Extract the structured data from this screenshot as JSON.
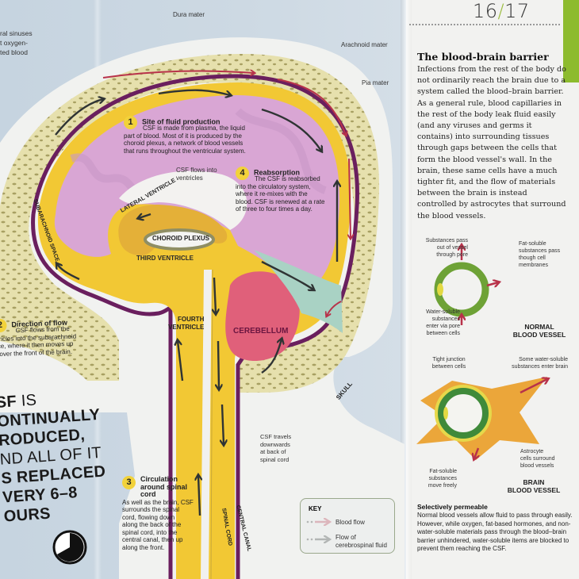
{
  "left_page": {
    "labels": {
      "dura_mater": "Dura mater",
      "arachnoid_mater": "Arachnoid mater",
      "pia_mater": "Pia mater",
      "sinuses": [
        "ral sinuses",
        "t oxygen-",
        "ted blood"
      ],
      "csf_flows_into_ventricles": [
        "CSF flows into",
        "ventricles"
      ],
      "lateral_ventricle": "LATERAL VENTRICLE",
      "choroid_plexus": "CHOROID PLEXUS",
      "third_ventricle": "THIRD VENTRICLE",
      "fourth_ventricle": [
        "FOURTH",
        "VENTRICLE"
      ],
      "cerebellum": "CEREBELLUM",
      "subarachnoid_space": "SUBARACHNOID SPACE",
      "skull": "SKULL",
      "spinal_cord": "SPINAL CORD",
      "central_canal": "CENTRAL CANAL",
      "csf_travels": [
        "CSF travels",
        "downwards",
        "at back of",
        "spinal cord"
      ]
    },
    "steps": [
      {
        "num": "1",
        "title": "Site of fluid production",
        "text": [
          "CSF is made from plasma, the liquid",
          "part of blood. Most of it is produced by the",
          "choroid plexus, a network of blood vessels",
          "that runs throughout the ventricular system."
        ]
      },
      {
        "num": "2",
        "title": "Direction of flow",
        "text": [
          "CSF flows from the",
          "ntricles into the subarachnoid",
          "ace, where it then moves up",
          "d over the front of the brain."
        ]
      },
      {
        "num": "3",
        "title": "Circulation around spinal cord",
        "text": [
          "As well as the brain, CSF",
          "surrounds the spinal",
          "cord, flowing down",
          "along the back of the",
          "spinal cord, into the",
          "central canal, then up",
          "along the front."
        ]
      },
      {
        "num": "4",
        "title": "Reabsorption",
        "text": [
          "The CSF is reabsorbed",
          "into the circulatory system,",
          "where it re-mixes with the",
          "blood. CSF is renewed at a rate",
          "of three to four times a day."
        ]
      }
    ],
    "big_statement": {
      "lines": [
        {
          "bold": "SF",
          "light": " IS"
        },
        {
          "bold": "ONTINUALLY",
          "light": ""
        },
        {
          "bold": "RODUCED,",
          "light": ""
        },
        {
          "bold": "",
          "light": "ND ALL OF IT"
        },
        {
          "bold": "S REPLACED",
          "light": ""
        },
        {
          "bold": "VERY 6–8",
          "light": ""
        },
        {
          "bold": "OURS",
          "light": ""
        }
      ]
    },
    "key": {
      "title": "KEY",
      "items": [
        {
          "label": "Blood flow",
          "color": "#b8324a"
        },
        {
          "label": "Flow of cerebrospinal fluid",
          "color": "#2f3a3a"
        }
      ]
    }
  },
  "right_page": {
    "page_number_left": "16",
    "page_number_right": "17",
    "title": "The blood-brain barrier",
    "body": "Infections from the rest of the body do not ordinarily reach the brain due to a system called the blood–brain barrier. As a general rule, blood capillaries in the rest of the body leak fluid easily (and any viruses and germs it contains) into surrounding tissues through gaps between the cells that form the blood vessel's wall. In the brain, these same cells have a much tighter fit, and the flow of materials between the brain is instead controlled by astrocytes that surround the blood vessels.",
    "normal_vessel": {
      "caption": [
        "NORMAL",
        "BLOOD VESSEL"
      ],
      "labels": {
        "out_pore": [
          "Substances pass",
          "out of vessel",
          "through pore"
        ],
        "fat_soluble": [
          "Fat-soluble",
          "substances pass",
          "though cell",
          "membranes"
        ],
        "water_soluble": [
          "Water-soluble",
          "substances",
          "enter via pore",
          "between cells"
        ]
      }
    },
    "brain_vessel": {
      "caption": [
        "BRAIN",
        "BLOOD VESSEL"
      ],
      "labels": {
        "tight_junction": [
          "Tight junction",
          "between cells"
        ],
        "some_water": [
          "Some water-soluble",
          "substances enter brain"
        ],
        "astrocyte": [
          "Astrocyte",
          "cells surround",
          "blood vessels"
        ],
        "fat_soluble_free": [
          "Fat-soluble",
          "substances",
          "move freely"
        ]
      }
    },
    "selectively_permeable": {
      "title": "Selectively permeable",
      "body": "Normal blood vessels allow fluid to pass through easily. However, while oxygen, fat-based hormones, and non-water-soluble materials pass through the blood–brain barrier unhindered, water-soluble items are blocked to prevent them reaching the CSF."
    }
  },
  "colors": {
    "csf_yellow": "#f2c834",
    "brain_pink": "#d9a6d4",
    "cerebellum": "#e0607a",
    "membrane_purple": "#6a1f5e",
    "bone": "#e8e2b0",
    "bone_spots": "#a9a264",
    "ventricle_orange": "#e4b038",
    "accent_green": "#8dbb2e",
    "blood_red": "#b8324a"
  }
}
